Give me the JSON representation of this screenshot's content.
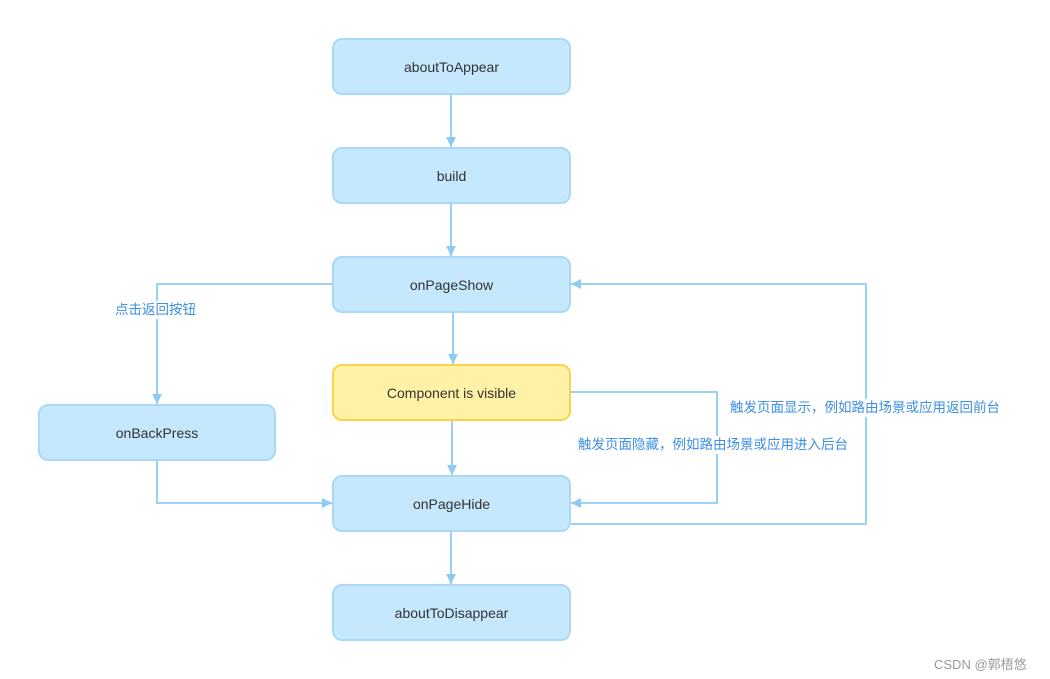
{
  "nodes": {
    "about_to_appear": "aboutToAppear",
    "build": "build",
    "on_page_show": "onPageShow",
    "component_visible": "Component is visible",
    "on_back_press": "onBackPress",
    "on_page_hide": "onPageHide",
    "about_to_disappear": "aboutToDisappear"
  },
  "edge_labels": {
    "back_button": "点击返回按钮",
    "page_show_trigger": "触发页面显示，例如路由场景或应用返回前台",
    "page_hide_trigger": "触发页面隐藏，例如路由场景或应用进入后台"
  },
  "watermark": "CSDN @郭梧悠",
  "colors": {
    "node_fill": "#c5e8fd",
    "node_border": "#a9d9f7",
    "highlight_fill": "#fff2a6",
    "highlight_border": "#f9d34c",
    "edge": "#8ecbf4",
    "label": "#3d8fe3",
    "watermark": "#999999"
  }
}
